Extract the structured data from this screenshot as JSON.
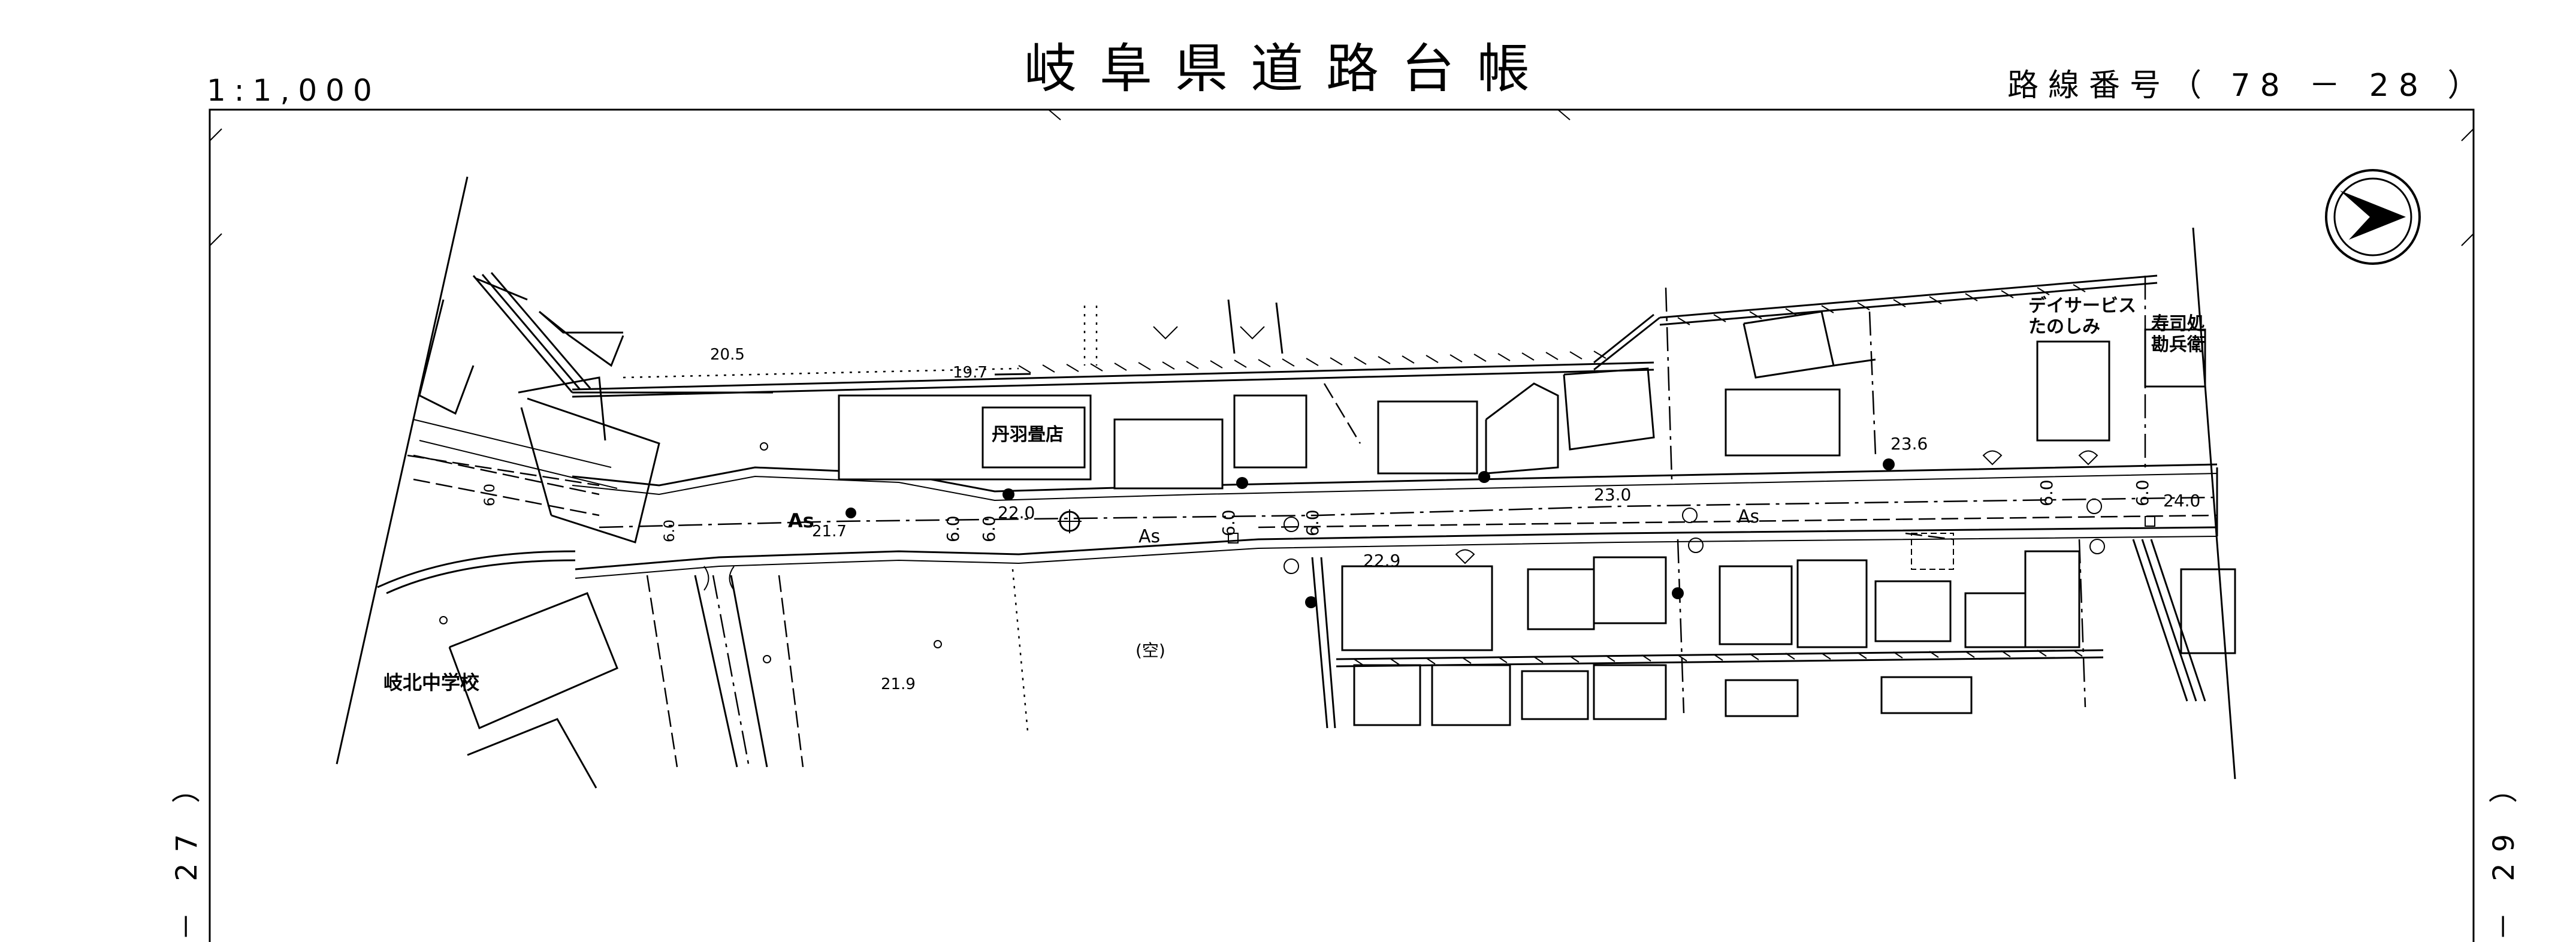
{
  "sheet": {
    "title": "岐阜県道路台帳",
    "scale": "1:1,000",
    "route_number": "路線番号（ 78 － 28 ）",
    "adjacent_left": "－ 27 ）",
    "adjacent_right": "－ 29 ）"
  },
  "map_labels": {
    "tanba_tatami": "丹羽畳店",
    "gihoku_school": "岐北中学校",
    "day_service": [
      "デイサービス",
      "たのしみ"
    ],
    "sushi": [
      "寿司処",
      "勘兵衛"
    ],
    "vacant": "(空)",
    "surface_as": "As",
    "width_6_0": "6.0"
  },
  "elevations": [
    "20.5",
    "19.7",
    "21.7",
    "22.0",
    "21.9",
    "22.9",
    "23.0",
    "23.6",
    "24.0"
  ],
  "icons": {
    "north_arrow": "north-arrow-icon"
  }
}
